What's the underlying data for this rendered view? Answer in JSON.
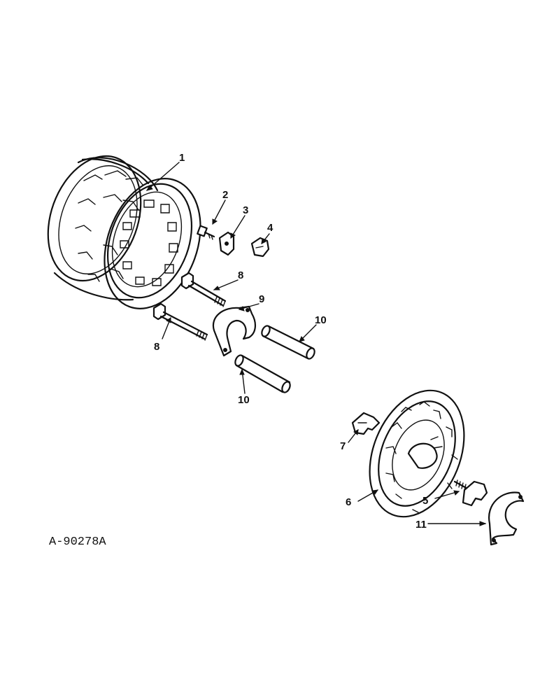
{
  "diagram": {
    "drawing_number": "A-90278A",
    "callouts": [
      "1",
      "2",
      "3",
      "4",
      "5",
      "6",
      "7",
      "8",
      "8",
      "9",
      "10",
      "10",
      "11"
    ]
  }
}
